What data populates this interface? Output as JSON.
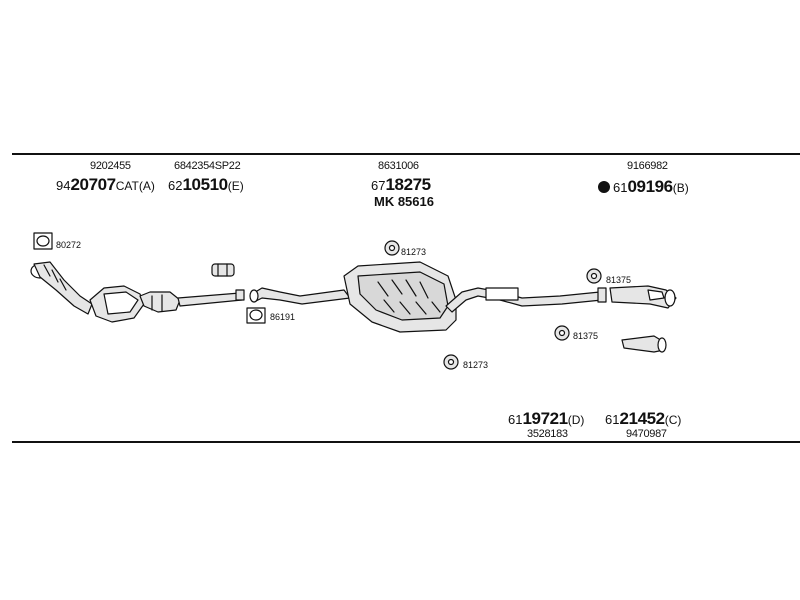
{
  "part_numbers": {
    "cat_top": "9202455",
    "cat_prefix": "94",
    "cat_main": "20707",
    "cat_suffix": "CAT(A)",
    "pipe_e_top": "6842354SP22",
    "pipe_e_prefix": "62",
    "pipe_e_main": "10510",
    "pipe_e_suffix": "(E)",
    "muffler_top": "8631006",
    "muffler_prefix": "67",
    "muffler_main": "18275",
    "muffler_kit": "MK 85616",
    "tail_b_top": "9166982",
    "tail_b_prefix": "61",
    "tail_b_main": "09196",
    "tail_b_suffix": "(B)",
    "d_prefix": "61",
    "d_main": "19721",
    "d_suffix": "(D)",
    "d_bottom": "3528183",
    "c_prefix": "61",
    "c_main": "21452",
    "c_suffix": "(C)",
    "c_bottom": "9470987"
  },
  "callouts": {
    "gasket_80272": "80272",
    "gasket_86191": "86191",
    "hanger_81273_top": "81273",
    "hanger_81273_bottom": "81273",
    "hanger_81375_top": "81375",
    "hanger_81375_bottom": "81375"
  },
  "icons": [
    "gasket-icon",
    "rubber-hanger-icon",
    "catalytic-converter-icon",
    "muffler-icon",
    "clamp-icon",
    "tailpipe-icon",
    "black-dot-icon"
  ],
  "colors": {
    "line": "#111111",
    "background": "#ffffff",
    "part_fill": "#e6e6e6"
  }
}
